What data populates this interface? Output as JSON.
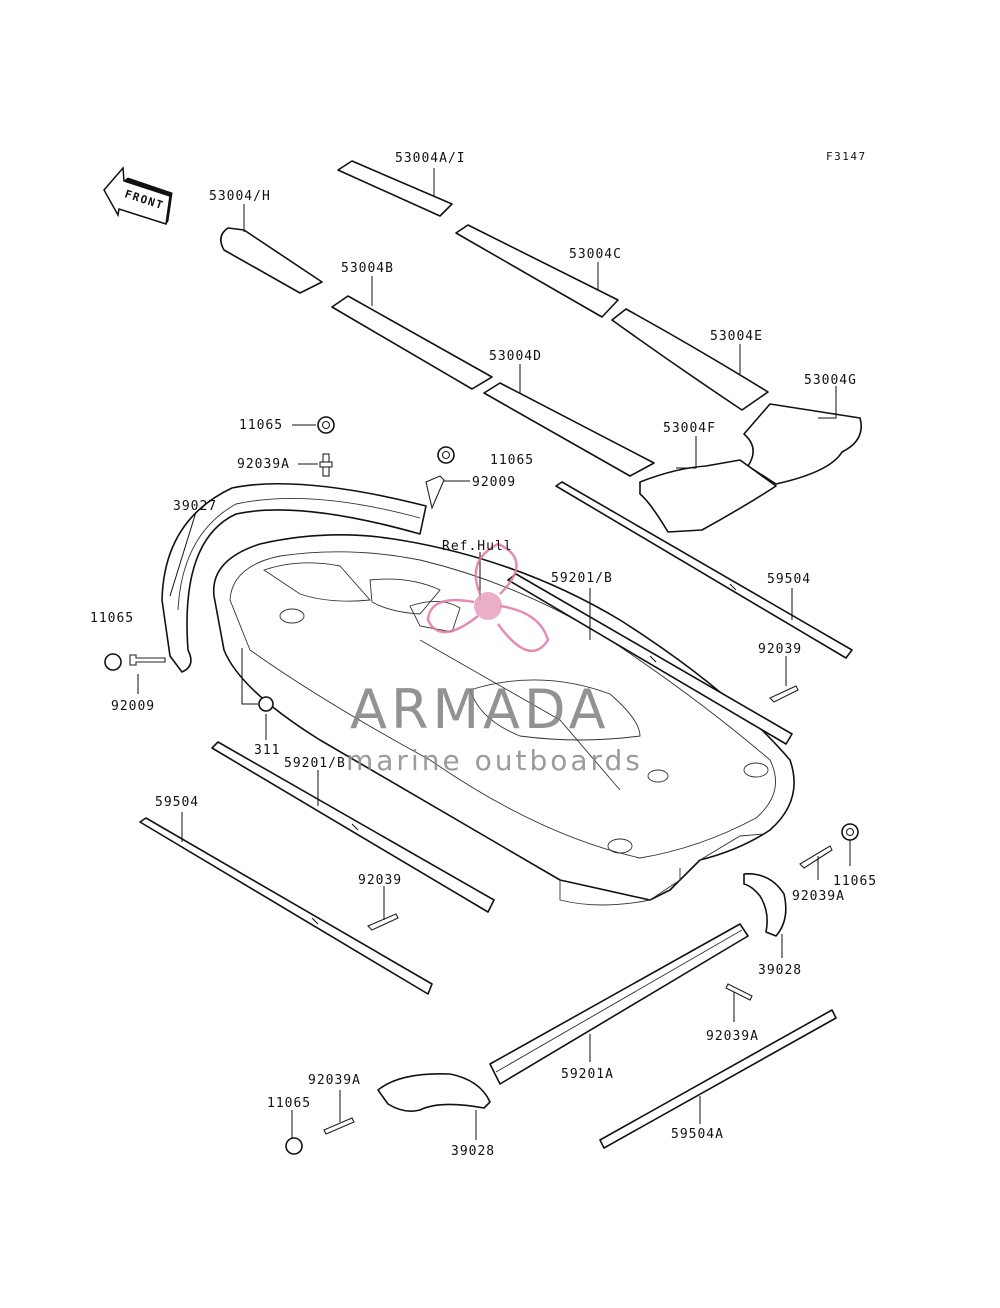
{
  "figure_id": "F3147",
  "front_arrow": {
    "text": "FRONT",
    "icon": "front-arrow-icon"
  },
  "reference": "Ref.Hull",
  "watermark": {
    "brand": "ARMADA",
    "tagline": "marine outboards",
    "logo_icon": "propeller-logo-icon",
    "colors": {
      "text": "#808080",
      "logo": "#e07aa8"
    }
  },
  "parts": {
    "p53004AI": "53004A/I",
    "p53004H": "53004/H",
    "p53004C": "53004C",
    "p53004B": "53004B",
    "p53004E": "53004E",
    "p53004D": "53004D",
    "p53004G": "53004G",
    "p53004F": "53004F",
    "p11065_top": "11065",
    "p92039A_top": "92039A",
    "p11065_mid": "11065",
    "p92009_mid": "92009",
    "p39027": "39027",
    "p59201B_right": "59201/B",
    "p59504_right": "59504",
    "p11065_left": "11065",
    "p92009_left": "92009",
    "p92039_right": "92039",
    "p311": "311",
    "p59201B_left": "59201/B",
    "p59504_left": "59504",
    "p92039_left": "92039",
    "p11065_right": "11065",
    "p92039A_right": "92039A",
    "p39028_right": "39028",
    "p92039A_lowright": "92039A",
    "p59201A": "59201A",
    "p92039A_lowleft": "92039A",
    "p11065_lowleft": "11065",
    "p39028_low": "39028",
    "p59504A": "59504A"
  }
}
